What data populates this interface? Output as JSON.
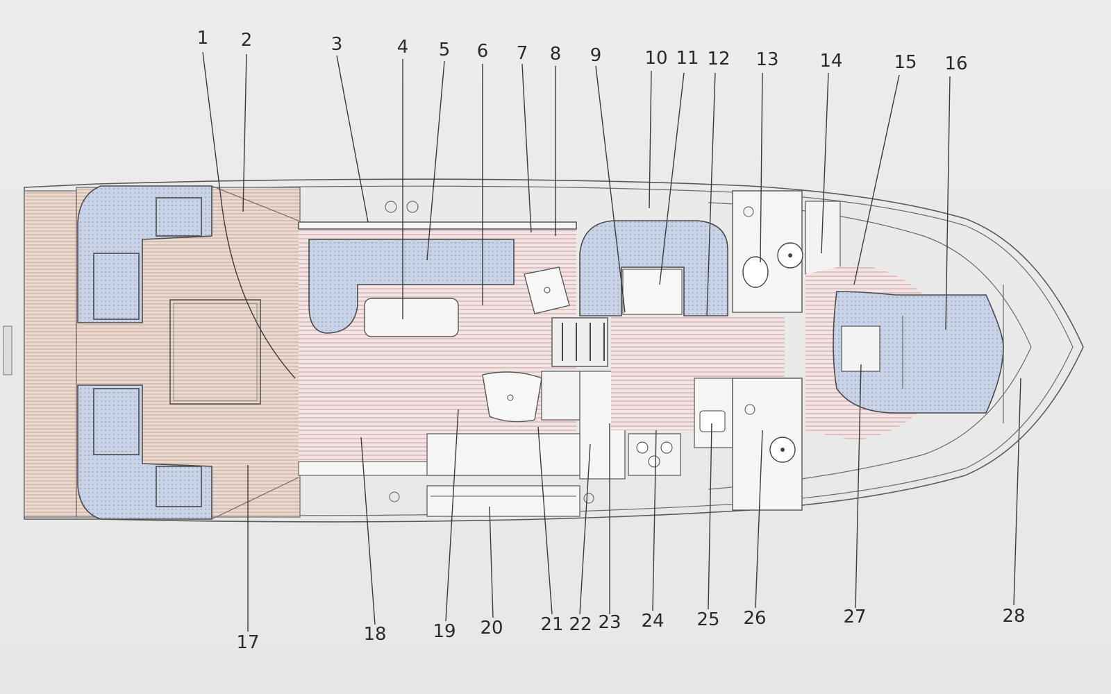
{
  "callouts": {
    "top": [
      "1",
      "2",
      "3",
      "4",
      "5",
      "6",
      "7",
      "8",
      "9",
      "10",
      "11",
      "12",
      "13",
      "14",
      "15",
      "16"
    ],
    "bottom": [
      "17",
      "18",
      "19",
      "20",
      "21",
      "22",
      "23",
      "24",
      "25",
      "26",
      "27",
      "28"
    ]
  },
  "colors": {
    "background": "#e9e9e9",
    "hull_line": "#5a5a5a",
    "cushion_blue": "#c9d3e8",
    "floor_red": "#d9a3a3",
    "teak": "#d8c7b9"
  }
}
